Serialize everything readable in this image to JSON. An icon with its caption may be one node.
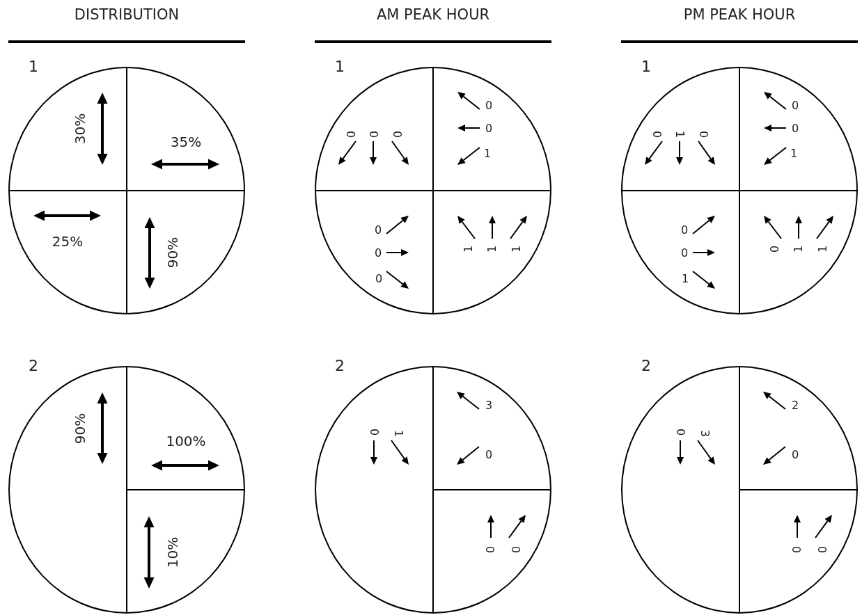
{
  "diagram": {
    "nodes": [
      {
        "text": [
          "30%",
          "35%",
          "25%",
          "90%"
        ],
        "beside": [
          "1"
        ]
      },
      {
        "text": [
          "0",
          "0",
          "0",
          "0",
          "0",
          "1",
          "0",
          "0",
          "0",
          "1",
          "1",
          "1"
        ],
        "beside": [
          "1"
        ]
      },
      {
        "text": [
          "0",
          "1",
          "0",
          "0",
          "0",
          "1",
          "0",
          "0",
          "1",
          "0",
          "1",
          "1"
        ],
        "beside": [
          "1"
        ]
      },
      {
        "text": [
          "90%",
          "100%",
          "10%"
        ],
        "beside": [
          "2"
        ]
      },
      {
        "text": [
          "0",
          "1",
          "3",
          "0",
          "0",
          "0"
        ],
        "beside": [
          "2"
        ]
      },
      {
        "text": [
          "0",
          "3",
          "2",
          "0",
          "0",
          "0"
        ],
        "beside": [
          "2"
        ]
      }
    ],
    "edges": [],
    "labels": [
      "DISTRIBUTION",
      "AM PEAK HOUR",
      "PM PEAK HOUR"
    ]
  }
}
